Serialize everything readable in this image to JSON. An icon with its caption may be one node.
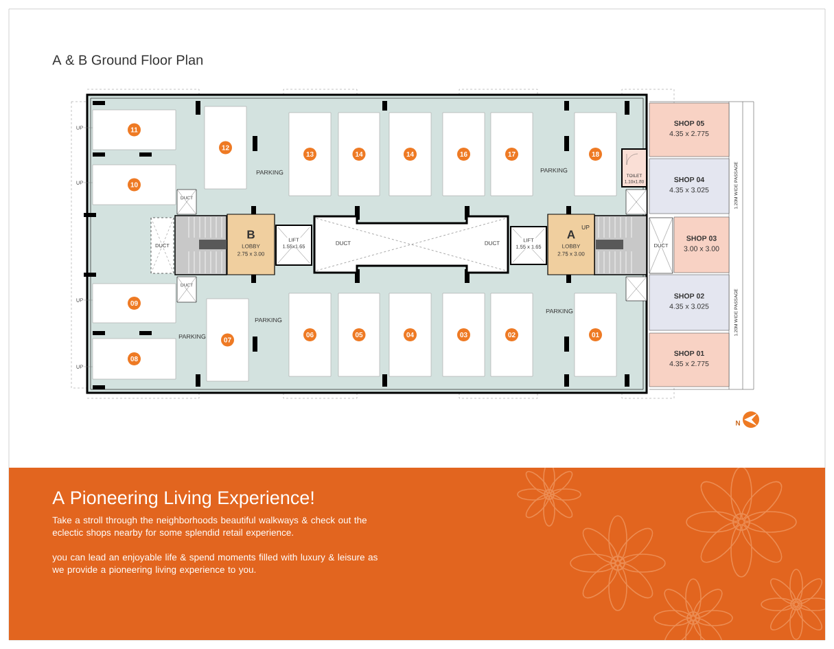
{
  "diagram": {
    "title": "A & B Ground Floor Plan",
    "nodes": [
      {
        "text": [
          "11"
        ]
      },
      {
        "text": [
          "12"
        ]
      },
      {
        "text": [
          "13"
        ]
      },
      {
        "text": [
          "14"
        ]
      },
      {
        "text": [
          "14"
        ]
      },
      {
        "text": [
          "16"
        ]
      },
      {
        "text": [
          "17"
        ]
      },
      {
        "text": [
          "18"
        ]
      },
      {
        "text": [
          "SHOP 05",
          "4.35 x 2.775"
        ]
      },
      {
        "text": [
          "TOILET",
          "1.10x1.80"
        ]
      },
      {
        "text": [
          "10"
        ]
      },
      {
        "text": [
          "SHOP 04",
          "4.35 x 3.025"
        ]
      },
      {
        "text": [
          "DUCT"
        ]
      },
      {
        "text": [],
        "shape": "box"
      },
      {
        "text": [
          "DUCT"
        ]
      },
      {
        "text": [
          "B",
          "LOBBY",
          "2.75 x 3.00"
        ]
      },
      {
        "text": [
          "LIFT",
          "1.55x1.65"
        ]
      },
      {
        "text": [
          "DUCT",
          "DUCT"
        ]
      },
      {
        "text": [
          "LIFT",
          "1.55 x 1.65"
        ]
      },
      {
        "text": [
          "A",
          "LOBBY",
          "2.75 x 3.00"
        ]
      },
      {
        "text": [
          "DUCT"
        ]
      },
      {
        "text": [
          "SHOP 03",
          "3.00 x 3.00"
        ]
      },
      {
        "text": [
          "DUCT"
        ]
      },
      {
        "text": [],
        "shape": "box"
      },
      {
        "text": [
          "09"
        ]
      },
      {
        "text": [
          "SHOP 02",
          "4.35 x 3.025"
        ]
      },
      {
        "text": [
          "07"
        ]
      },
      {
        "text": [
          "06"
        ]
      },
      {
        "text": [
          "05"
        ]
      },
      {
        "text": [
          "04"
        ]
      },
      {
        "text": [
          "03"
        ]
      },
      {
        "text": [
          "02"
        ]
      },
      {
        "text": [
          "01"
        ]
      },
      {
        "text": [
          "08"
        ]
      },
      {
        "text": [
          "SHOP 01",
          "4.35 x 2.775"
        ]
      }
    ],
    "labels": [
      "UP",
      "PARKING",
      "PARKING",
      "1.20M WIDE PASSAGE",
      "UP",
      "UP",
      "UP",
      "1.20M WIDE PASSAGE",
      "PARKING",
      "PARKING",
      "PARKING",
      "UP",
      "N",
      "A Pioneering Living Experience!",
      "Take a stroll through the neighborhoods beautiful walkways & check out the eclectic shops nearby for some splendid retail experience.",
      "you can lead an enjoyable life & spend moments filled with luxury & leisure as we provide a pioneering living experience to you."
    ]
  }
}
